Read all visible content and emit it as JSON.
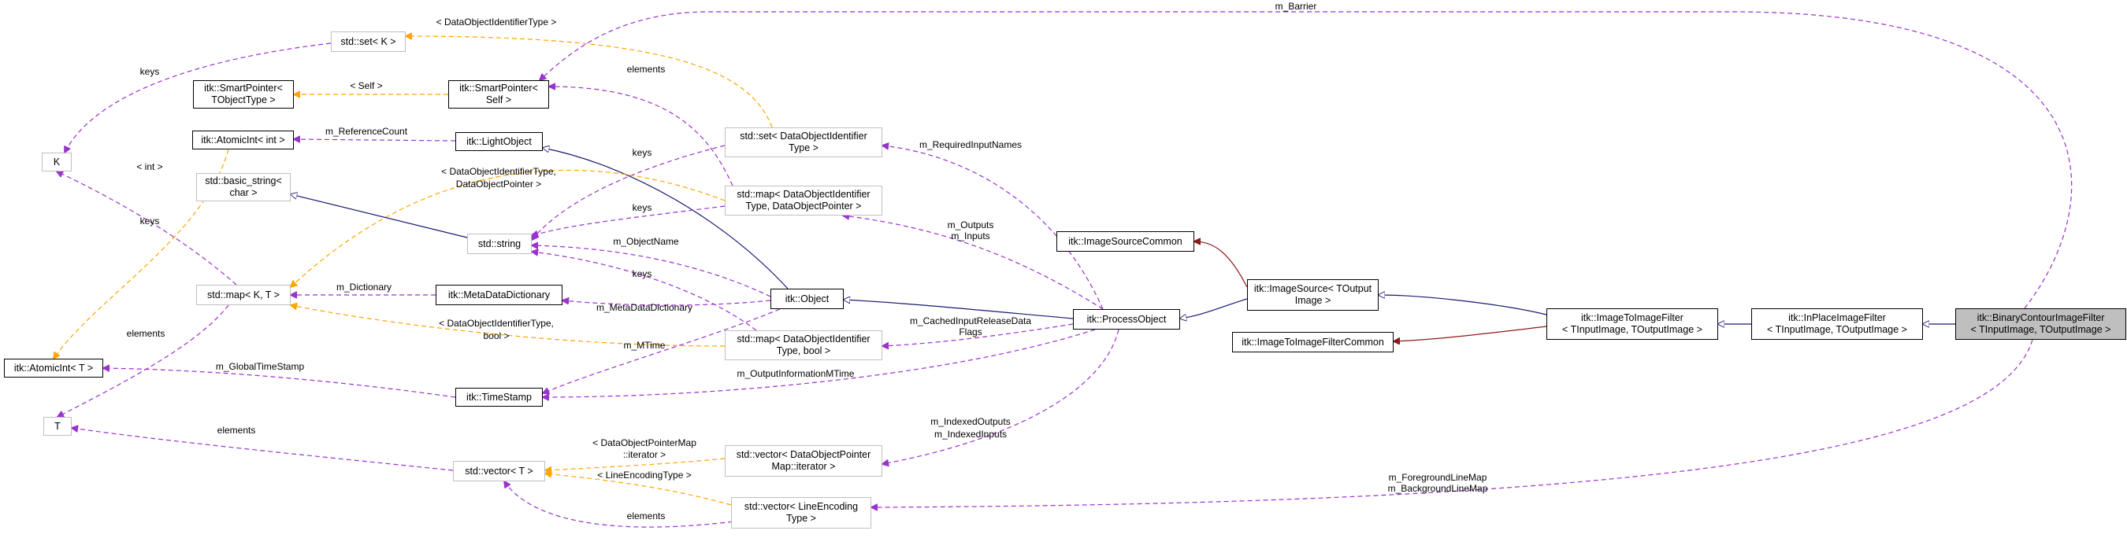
{
  "colors": {
    "inheritance": "#191970",
    "private_inheritance": "#8b1a1a",
    "usage": "#9a32cd",
    "template": "#ffa500",
    "focus_fill": "#bfbfbf",
    "undocumented_border": "#bfbfbf"
  },
  "nodes": [
    {
      "id": "std_set_K",
      "lines": [
        "std::set< K >"
      ],
      "style": "gray"
    },
    {
      "id": "itk_SmartPointer_TObjectType",
      "lines": [
        "itk::SmartPointer<",
        "TObjectType >"
      ],
      "style": "normal"
    },
    {
      "id": "itk_SmartPointer_Self",
      "lines": [
        "itk::SmartPointer<",
        "Self >"
      ],
      "style": "normal"
    },
    {
      "id": "itk_AtomicInt_int",
      "lines": [
        "itk::AtomicInt< int >"
      ],
      "style": "normal"
    },
    {
      "id": "itk_LightObject",
      "lines": [
        "itk::LightObject"
      ],
      "style": "normal"
    },
    {
      "id": "K",
      "lines": [
        "K"
      ],
      "style": "gray"
    },
    {
      "id": "std_basic_string_char",
      "lines": [
        "std::basic_string<",
        "char >"
      ],
      "style": "gray"
    },
    {
      "id": "std_string",
      "lines": [
        "std::string"
      ],
      "style": "gray"
    },
    {
      "id": "std_set_DataObjectIdentifier",
      "lines": [
        "std::set< DataObjectIdentifier",
        "Type >"
      ],
      "style": "gray"
    },
    {
      "id": "std_map_DataObjectIdentifier_Pointer",
      "lines": [
        "std::map< DataObjectIdentifier",
        "Type, DataObjectPointer >"
      ],
      "style": "gray"
    },
    {
      "id": "std_map_K_T",
      "lines": [
        "std::map< K, T >"
      ],
      "style": "gray"
    },
    {
      "id": "itk_MetaDataDictionary",
      "lines": [
        "itk::MetaDataDictionary"
      ],
      "style": "normal"
    },
    {
      "id": "itk_Object",
      "lines": [
        "itk::Object"
      ],
      "style": "normal"
    },
    {
      "id": "std_map_DataObjectIdentifier_bool",
      "lines": [
        "std::map< DataObjectIdentifier",
        "Type, bool >"
      ],
      "style": "gray"
    },
    {
      "id": "itk_ProcessObject",
      "lines": [
        "itk::ProcessObject"
      ],
      "style": "normal"
    },
    {
      "id": "itk_ImageSourceCommon",
      "lines": [
        "itk::ImageSourceCommon"
      ],
      "style": "normal"
    },
    {
      "id": "itk_ImageSource",
      "lines": [
        "itk::ImageSource< TOutput",
        "Image >"
      ],
      "style": "normal"
    },
    {
      "id": "itk_ImageToImageFilterCommon",
      "lines": [
        "itk::ImageToImageFilterCommon"
      ],
      "style": "normal"
    },
    {
      "id": "itk_ImageToImageFilter",
      "lines": [
        "itk::ImageToImageFilter",
        "< TInputImage, TOutputImage >"
      ],
      "style": "normal"
    },
    {
      "id": "itk_InPlaceImageFilter",
      "lines": [
        "itk::InPlaceImageFilter",
        "< TInputImage, TOutputImage >"
      ],
      "style": "normal"
    },
    {
      "id": "itk_BinaryContourImageFilter",
      "lines": [
        "itk::BinaryContourImageFilter",
        "< TInputImage, TOutputImage >"
      ],
      "style": "focus"
    },
    {
      "id": "itk_AtomicInt_T",
      "lines": [
        "itk::AtomicInt< T >"
      ],
      "style": "normal"
    },
    {
      "id": "itk_TimeStamp",
      "lines": [
        "itk::TimeStamp"
      ],
      "style": "normal"
    },
    {
      "id": "T",
      "lines": [
        "T"
      ],
      "style": "gray"
    },
    {
      "id": "std_vector_T",
      "lines": [
        "std::vector< T >"
      ],
      "style": "gray"
    },
    {
      "id": "std_vector_DataObjectPointerMap_iterator",
      "lines": [
        "std::vector< DataObjectPointer",
        "Map::iterator >"
      ],
      "style": "gray"
    },
    {
      "id": "std_vector_LineEncoding",
      "lines": [
        "std::vector< LineEncoding",
        "Type >"
      ],
      "style": "gray"
    }
  ],
  "edges": [
    {
      "id": "e_barrier",
      "from": "itk_BinaryContourImageFilter",
      "to": "itk_SmartPointer_Self",
      "kind": "usage",
      "label": [
        "m_Barrier"
      ]
    },
    {
      "id": "e_set_template",
      "from": "std_set_DataObjectIdentifier",
      "to": "std_set_K",
      "kind": "template",
      "label": [
        "< DataObjectIdentifierType >"
      ]
    },
    {
      "id": "e_set_keys",
      "from": "std_set_K",
      "to": "K",
      "kind": "usage",
      "label": [
        "keys"
      ]
    },
    {
      "id": "e_sp_template",
      "from": "itk_SmartPointer_Self",
      "to": "itk_SmartPointer_TObjectType",
      "kind": "template",
      "label": [
        "< Self >"
      ]
    },
    {
      "id": "e_map_elements",
      "from": "std_map_DataObjectIdentifier_Pointer",
      "to": "itk_SmartPointer_Self",
      "kind": "usage",
      "label": [
        "elements"
      ]
    },
    {
      "id": "e_refcount",
      "from": "itk_LightObject",
      "to": "itk_AtomicInt_int",
      "kind": "usage",
      "label": [
        "m_ReferenceCount"
      ]
    },
    {
      "id": "e_atomic_template",
      "from": "itk_AtomicInt_int",
      "to": "itk_AtomicInt_T",
      "kind": "template",
      "label": [
        "< int >"
      ]
    },
    {
      "id": "e_lightobject_inherit",
      "from": "itk_Object",
      "to": "itk_LightObject",
      "kind": "inheritance",
      "label": []
    },
    {
      "id": "e_required_input",
      "from": "itk_ProcessObject",
      "to": "std_set_DataObjectIdentifier",
      "kind": "usage",
      "label": [
        "m_RequiredInputNames"
      ]
    },
    {
      "id": "e_set_keys_string",
      "from": "std_set_DataObjectIdentifier",
      "to": "std_string",
      "kind": "usage",
      "label": [
        "keys"
      ]
    },
    {
      "id": "e_map_template_ptr",
      "from": "std_map_DataObjectIdentifier_Pointer",
      "to": "std_map_K_T",
      "kind": "template",
      "label": [
        "< DataObjectIdentifierType,",
        "DataObjectPointer >"
      ]
    },
    {
      "id": "e_basic_string_inherit",
      "from": "std_string",
      "to": "std_basic_string_char",
      "kind": "inheritance",
      "label": []
    },
    {
      "id": "e_map_keys_string",
      "from": "std_map_DataObjectIdentifier_Pointer",
      "to": "std_string",
      "kind": "usage",
      "label": [
        "keys"
      ]
    },
    {
      "id": "e_outputs_inputs",
      "from": "itk_ProcessObject",
      "to": "std_map_DataObjectIdentifier_Pointer",
      "kind": "usage",
      "label": [
        "m_Outputs",
        "m_Inputs"
      ]
    },
    {
      "id": "e_object_name",
      "from": "itk_Object",
      "to": "std_string",
      "kind": "usage",
      "label": [
        "m_ObjectName"
      ]
    },
    {
      "id": "e_map_kt_keys",
      "from": "std_map_K_T",
      "to": "K",
      "kind": "usage",
      "label": [
        "keys"
      ]
    },
    {
      "id": "e_dictionary",
      "from": "itk_MetaDataDictionary",
      "to": "std_map_K_T",
      "kind": "usage",
      "label": [
        "m_Dictionary"
      ]
    },
    {
      "id": "e_map_kt_elements",
      "from": "std_map_K_T",
      "to": "T",
      "kind": "usage",
      "label": [
        "elements"
      ]
    },
    {
      "id": "e_metadata_dictionary",
      "from": "itk_Object",
      "to": "itk_MetaDataDictionary",
      "kind": "usage",
      "label": [
        "m_MetaDataDictionary"
      ]
    },
    {
      "id": "e_map_bool_keys",
      "from": "std_map_DataObjectIdentifier_bool",
      "to": "std_string",
      "kind": "usage",
      "label": [
        "keys"
      ]
    },
    {
      "id": "e_map_template_bool",
      "from": "std_map_DataObjectIdentifier_bool",
      "to": "std_map_K_T",
      "kind": "template",
      "label": [
        "< DataObjectIdentifierType,",
        "bool >"
      ]
    },
    {
      "id": "e_object_inherit",
      "from": "itk_ProcessObject",
      "to": "itk_Object",
      "kind": "inheritance",
      "label": []
    },
    {
      "id": "e_mtime",
      "from": "itk_Object",
      "to": "itk_TimeStamp",
      "kind": "usage",
      "label": [
        "m_MTime"
      ]
    },
    {
      "id": "e_cached_flags",
      "from": "itk_ProcessObject",
      "to": "std_map_DataObjectIdentifier_bool",
      "kind": "usage",
      "label": [
        "m_CachedInputReleaseData",
        "Flags"
      ]
    },
    {
      "id": "e_output_info_mtime",
      "from": "itk_ProcessObject",
      "to": "itk_TimeStamp",
      "kind": "usage",
      "label": [
        "m_OutputInformationMTime"
      ]
    },
    {
      "id": "e_global_timestamp",
      "from": "itk_TimeStamp",
      "to": "itk_AtomicInt_T",
      "kind": "usage",
      "label": [
        "m_GlobalTimeStamp"
      ]
    },
    {
      "id": "e_image_source_common",
      "from": "itk_ImageSource",
      "to": "itk_ImageSourceCommon",
      "kind": "private",
      "label": []
    },
    {
      "id": "e_processobject_inherit",
      "from": "itk_ImageSource",
      "to": "itk_ProcessObject",
      "kind": "inheritance",
      "label": []
    },
    {
      "id": "e_imagesource_inherit",
      "from": "itk_ImageToImageFilter",
      "to": "itk_ImageSource",
      "kind": "inheritance",
      "label": []
    },
    {
      "id": "e_filter_common",
      "from": "itk_ImageToImageFilter",
      "to": "itk_ImageToImageFilterCommon",
      "kind": "private",
      "label": []
    },
    {
      "id": "e_imagetoimage_inherit",
      "from": "itk_InPlaceImageFilter",
      "to": "itk_ImageToImageFilter",
      "kind": "inheritance",
      "label": []
    },
    {
      "id": "e_inplace_inherit",
      "from": "itk_BinaryContourImageFilter",
      "to": "itk_InPlaceImageFilter",
      "kind": "inheritance",
      "label": []
    },
    {
      "id": "e_vector_elements_T",
      "from": "std_vector_T",
      "to": "T",
      "kind": "usage",
      "label": [
        "elements"
      ]
    },
    {
      "id": "e_vector_iter_template",
      "from": "std_vector_DataObjectPointerMap_iterator",
      "to": "std_vector_T",
      "kind": "template",
      "label": [
        "< DataObjectPointerMap",
        "::iterator >"
      ]
    },
    {
      "id": "e_indexed",
      "from": "itk_ProcessObject",
      "to": "std_vector_DataObjectPointerMap_iterator",
      "kind": "usage",
      "label": [
        "m_IndexedOutputs",
        "m_IndexedInputs"
      ]
    },
    {
      "id": "e_vector_line_template",
      "from": "std_vector_LineEncoding",
      "to": "std_vector_T",
      "kind": "template",
      "label": [
        "< LineEncodingType >"
      ]
    },
    {
      "id": "e_vector_line_elements",
      "from": "std_vector_LineEncoding",
      "to": "std_vector_T",
      "kind": "usage",
      "label": [
        "elements"
      ]
    },
    {
      "id": "e_line_maps",
      "from": "itk_BinaryContourImageFilter",
      "to": "std_vector_LineEncoding",
      "kind": "usage",
      "label": [
        "m_ForegroundLineMap",
        "m_BackgroundLineMap"
      ]
    }
  ]
}
